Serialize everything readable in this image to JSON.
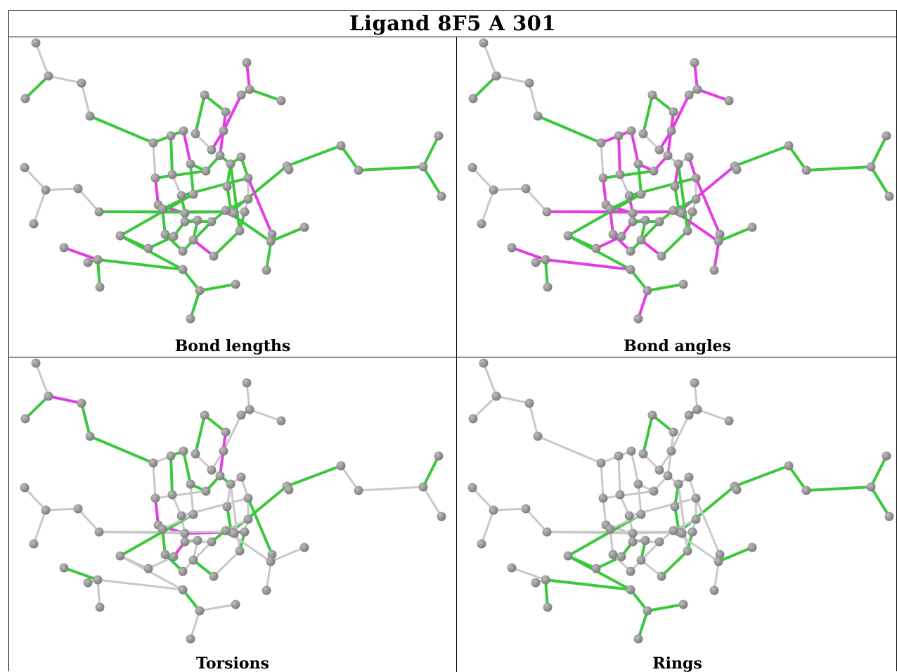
{
  "title": "Ligand 8F5 A 301",
  "colors": {
    "atom": "#7d7d7d",
    "atom_highlight": "#bdbdbd",
    "bond_default": "#c8c8c8",
    "bond_green": "#3cc83c",
    "bond_magenta": "#e63ce6"
  },
  "panels": [
    {
      "caption": "Bond lengths",
      "magenta_bonds": [
        7,
        8,
        40,
        41,
        43,
        46,
        53,
        56,
        72,
        73
      ],
      "green_bonds": [
        1,
        4,
        5,
        15,
        16,
        17,
        19,
        20,
        21,
        22,
        23,
        24,
        25,
        28,
        29,
        30,
        31,
        32,
        33,
        34,
        35,
        36,
        37,
        39,
        42,
        44,
        45,
        47,
        48,
        49,
        50,
        51,
        52,
        54,
        55,
        57,
        58,
        59,
        60,
        61,
        62,
        63,
        64,
        65,
        66,
        67,
        68,
        69,
        70,
        71,
        74,
        75,
        76,
        77,
        78,
        79,
        80
      ]
    },
    {
      "caption": "Bond angles",
      "magenta_bonds": [
        5,
        7,
        8,
        15,
        16,
        17,
        19,
        20,
        21,
        22,
        25,
        31,
        32,
        40,
        41,
        43,
        44,
        46,
        49,
        50,
        53,
        56,
        57,
        60,
        62,
        64,
        65,
        68,
        69,
        72,
        73,
        77
      ],
      "green_bonds": [
        1,
        4,
        28,
        29,
        30,
        33,
        34,
        35,
        36,
        37,
        39,
        42,
        45,
        47,
        48,
        51,
        52,
        54,
        55,
        58,
        59,
        61,
        63,
        66,
        67,
        70,
        71,
        74,
        75,
        76,
        78,
        79,
        80
      ]
    },
    {
      "caption": "Torsions",
      "magenta_bonds": [
        2,
        7,
        8,
        9,
        46,
        50
      ],
      "green_bonds": [
        1,
        3,
        4,
        16,
        17,
        20,
        21,
        22,
        23,
        28,
        30,
        32,
        33,
        36,
        39,
        42,
        45,
        47,
        51,
        53,
        56,
        58,
        62,
        66,
        68,
        69,
        72,
        73,
        77
      ]
    },
    {
      "caption": "Rings",
      "magenta_bonds": [],
      "green_bonds": [
        28,
        29,
        30,
        31,
        32,
        33,
        34,
        35,
        36,
        37,
        39,
        42,
        45,
        47,
        48,
        49,
        50,
        51,
        52,
        55,
        57,
        58,
        59,
        60,
        61,
        63
      ]
    }
  ]
}
